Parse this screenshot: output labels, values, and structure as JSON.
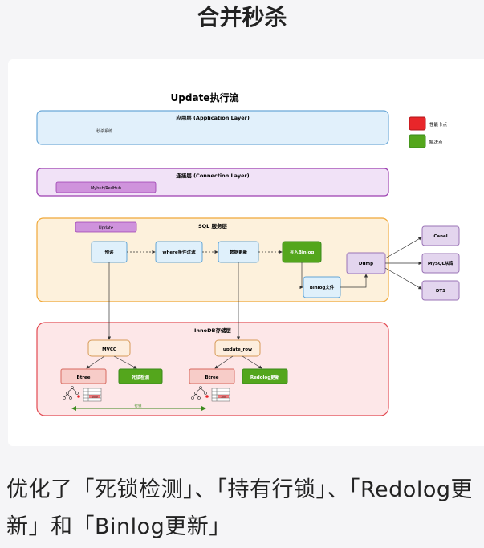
{
  "page": {
    "title": "合并秒杀",
    "footer": "优化了「死锁检测」、「持有行锁」、「Redolog更新」和「Binlog更新」"
  },
  "diagram": {
    "title": "Update执行流",
    "legend": [
      {
        "label": "性能卡点",
        "color": "#e8262a"
      },
      {
        "label": "解决点",
        "color": "#54a61c"
      }
    ],
    "app_layer": {
      "title": "应用层 (Application Layer)",
      "item": "秒杀系统"
    },
    "conn_layer": {
      "title": "连接层 (Connection Layer)",
      "item": "Myhub/RedHub"
    },
    "sql_layer": {
      "title": "SQL 服务层",
      "update_tag": "Update",
      "preprocess": "预读",
      "where_filter": "where条件过滤",
      "data_update": "数据更新",
      "write_binlog": "写入Binlog",
      "binlog_file": "Binlog文件",
      "dump": "Dump"
    },
    "consumers": [
      "Canel",
      "MySQL从库",
      "DTS"
    ],
    "innodb_layer": {
      "title": "InnoDB存储层",
      "mvcc": "MVCC",
      "update_row": "update_row",
      "btree_left": "Btree",
      "deadlock": "死锁检测",
      "btree_right": "Btree",
      "redolog": "Redolog更新",
      "row_lock": "行锁",
      "cell_left": "1000",
      "cell_right": "100"
    }
  },
  "colors": {
    "app_fill": "#e1f0fb",
    "app_stroke": "#6aa8d8",
    "conn_fill": "#f1e2f7",
    "conn_stroke": "#9c3fb0",
    "sql_fill": "#fdf1dc",
    "sql_stroke": "#f0a838",
    "inno_fill": "#fde7e8",
    "inno_stroke": "#e24a52",
    "blue_box_fill": "#dff0fb",
    "blue_box_stroke": "#62a5d6",
    "green_fill": "#54a61c",
    "purple_fill": "#e3d5ee",
    "purple_stroke": "#9a73b6",
    "pink_fill": "#f7ccc8",
    "pink_stroke": "#d86a60",
    "mvcc_fill": "#fdeede",
    "mvcc_stroke": "#d69a57"
  }
}
